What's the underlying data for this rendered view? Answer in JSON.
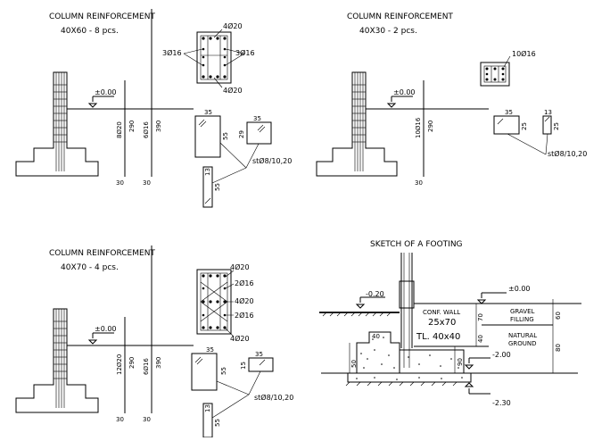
{
  "drawing": {
    "panel_a": {
      "title": "COLUMN REINFORCEMENT",
      "subtitle": "40X60 - 8 pcs.",
      "bars_top": "4Ø20",
      "bars_left": "3Ø16",
      "bars_right": "3Ø16",
      "bars_bottom": "4Ø20",
      "level": "±0.00",
      "dim_bars": "8Ø20",
      "dim_290": "290",
      "dim_stirrups": "6Ø16",
      "dim_390": "390",
      "dim_30a": "30",
      "dim_30b": "30",
      "st_35a": "35",
      "st_55": "55",
      "st_35b": "35",
      "st_29": "29",
      "stirrup_spec": "stØ8/10,20",
      "hook_13": "13",
      "hook_55": "55"
    },
    "panel_b": {
      "title": "COLUMN REINFORCEMENT",
      "subtitle": "40X30 - 2 pcs.",
      "bars": "10Ø16",
      "level": "±0.00",
      "dim_bars": "10Ø16",
      "dim_290": "290",
      "dim_30": "30",
      "st_35": "35",
      "st_25a": "25",
      "st_13": "13",
      "st_25b": "25",
      "stirrup_spec": "stØ8/10,20"
    },
    "panel_c": {
      "title": "COLUMN REINFORCEMENT",
      "subtitle": "40X70 - 4 pcs.",
      "bars_top": "4Ø20",
      "bars_2a": "2Ø16",
      "bars_4": "4Ø20",
      "bars_2b": "2Ø16",
      "bars_bottom": "4Ø20",
      "level": "±0.00",
      "dim_bars": "12Ø20",
      "dim_290": "290",
      "dim_stirrups": "6Ø16",
      "dim_390": "390",
      "dim_30a": "30",
      "dim_30b": "30",
      "st_35a": "35",
      "st_55": "55",
      "st_35b": "35",
      "st_15": "15",
      "stirrup_spec": "stØ8/10,20",
      "hook_13": "13",
      "hook_55": "55"
    },
    "panel_d": {
      "title": "SKETCH OF A FOOTING",
      "level_top": "±0.00",
      "level_m020": "-0.20",
      "wall_label": "CONF. WALL",
      "wall_size": "25x70",
      "tl_label": "TL. 40x40",
      "gravel_1": "GRAVEL",
      "gravel_2": "FILLING",
      "natural_1": "NATURAL",
      "natural_2": "GROUND",
      "dim_70": "70",
      "dim_40": "40",
      "dim_60": "60",
      "dim_80": "80",
      "dim_50": "50",
      "dim_90": "90",
      "dim_40b": "40",
      "level_m200": "-2.00",
      "level_m230": "-2.30"
    }
  }
}
